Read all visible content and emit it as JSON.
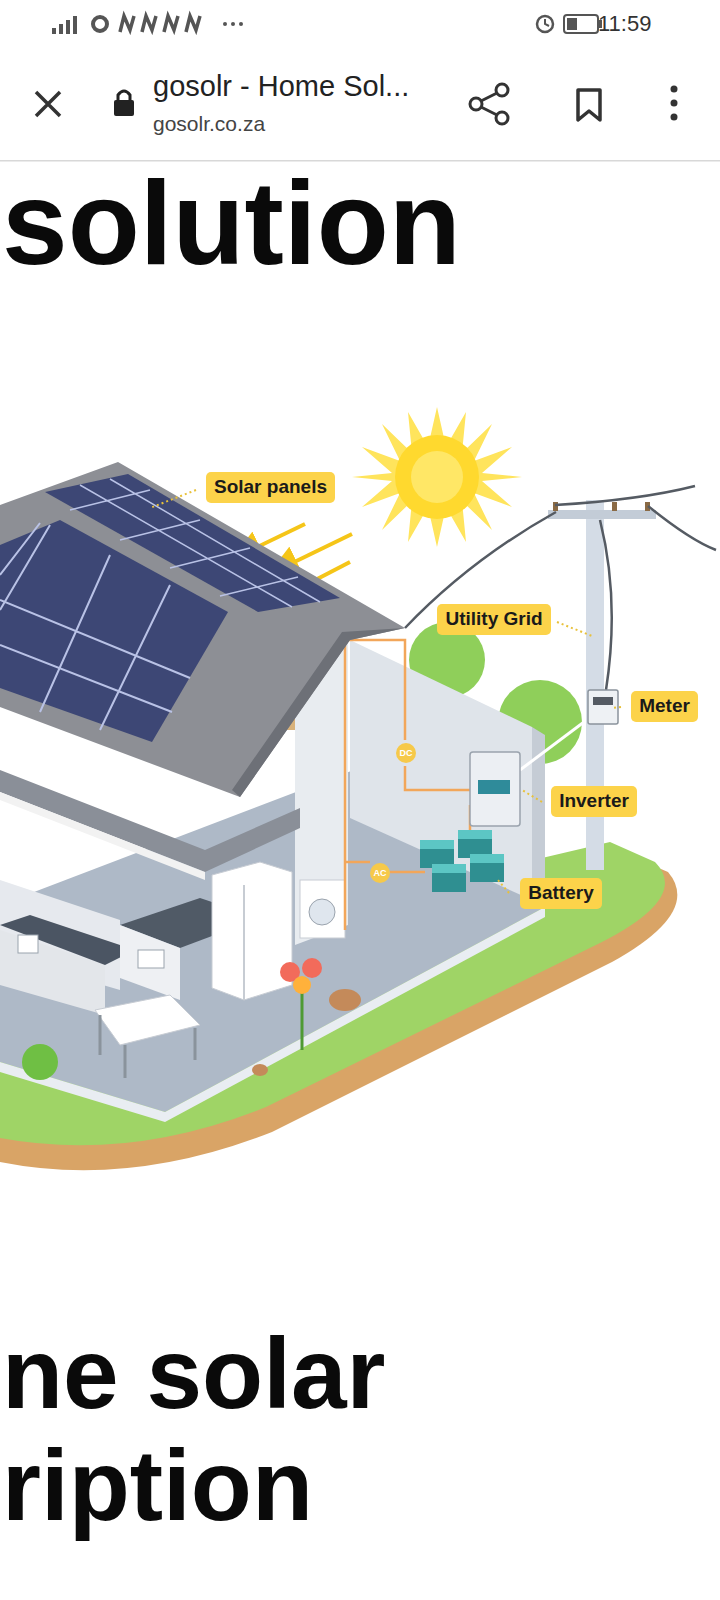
{
  "diagram": {
    "nodes": [
      {
        "text": [
          "Solar panels"
        ]
      },
      {
        "text": [
          "Utility Grid"
        ]
      },
      {
        "text": [
          "Meter"
        ]
      },
      {
        "text": [
          "DC"
        ]
      },
      {
        "text": [
          "Inverter"
        ]
      },
      {
        "text": [
          "AC"
        ]
      },
      {
        "text": [
          "Battery"
        ]
      }
    ],
    "labels": [
      "11:59",
      "gosolr - Home Sol...",
      "gosolr.co.za",
      "solution",
      "ne solar",
      "ription"
    ]
  }
}
